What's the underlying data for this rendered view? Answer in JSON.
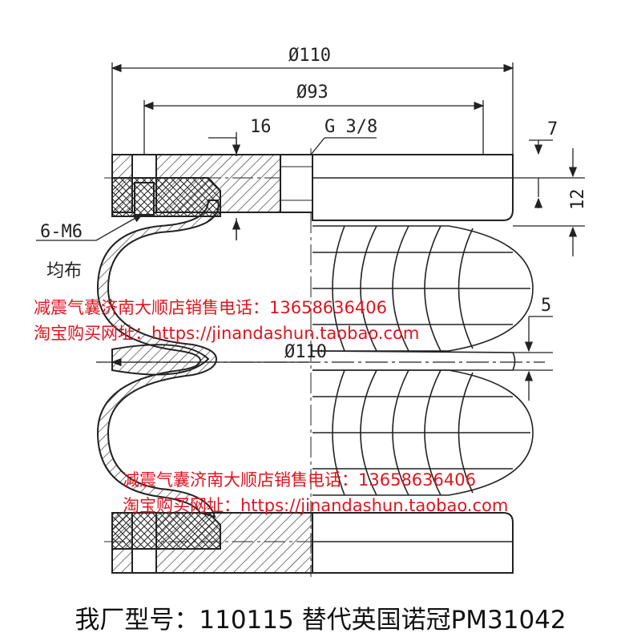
{
  "dimensions": {
    "outer_diameter": "Ø110",
    "inner_diameter": "Ø93",
    "offset_16": "16",
    "port": "G 3/8",
    "plate_7": "7",
    "plate_12": "12",
    "thread_label": "6-M6",
    "thread_sub": "均布",
    "ring_5": "5",
    "ring_diameter": "Ø110"
  },
  "watermark_top": {
    "phone_line": "减震气囊济南大顺店销售电话：13658636406",
    "url_line": "淘宝购买网址：https://jinandashun.taobao.com"
  },
  "watermark_bottom": {
    "phone_line": "减震气囊济南大顺店销售电话：13658636406",
    "url_line": "淘宝购买网址：https://jinandashun.taobao.com"
  },
  "footer": {
    "caption": "我厂型号：110115 替代英国诺冠PM31042"
  },
  "colors": {
    "line": "#222222",
    "watermark": "#e0141e"
  }
}
